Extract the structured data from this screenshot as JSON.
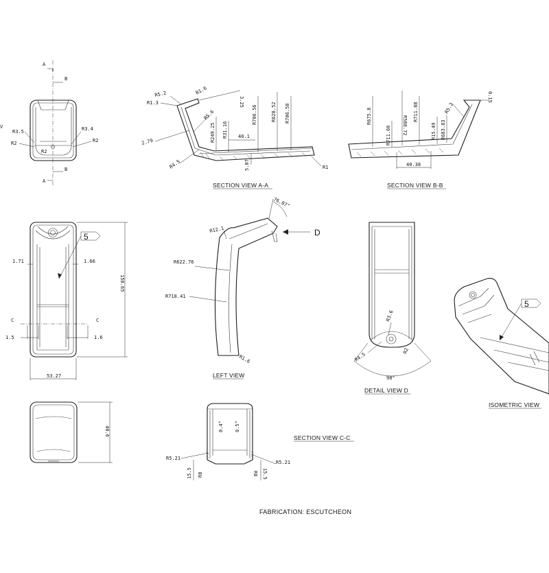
{
  "footer": {
    "text": "FABRICATION: ESCUTCHEON"
  },
  "views": {
    "front_small": {
      "edge_char": "V",
      "section_a": "A",
      "section_b": "B",
      "dims": {
        "r35": "R3.5",
        "r34": "R3.4",
        "r2_left": "R2",
        "r2_right": "R2",
        "r2_center": "R2"
      }
    },
    "section_aa": {
      "caption": "SECTION VIEW A-A",
      "dims": {
        "r52": "R5.2",
        "r13": "R1.3",
        "r16": "R1.6",
        "d325": "3.25",
        "r706_56": "R706.56",
        "r628_52": "R628.52",
        "r706_58": "R706.58",
        "r56": "R5.6",
        "r249_25": "R249.25",
        "r31_16": "R31.16",
        "d40_1": "40.1",
        "d2_79": "2.79",
        "r45": "R4.5",
        "d5_07": "5.07",
        "r1": "R1"
      }
    },
    "section_bb": {
      "caption": "SECTION VIEW B-B",
      "dims": {
        "r675_8": "R675.8",
        "r588_72": "R588.72",
        "r711_88": "R711.88",
        "d015": "0.15",
        "r52": "R5.2",
        "r711_66": "R711.66",
        "r15_49": "R15.49",
        "r683_83": "R683.83",
        "d40_38": "40.38"
      }
    },
    "front": {
      "balloon": "5",
      "section_c": "C",
      "dims": {
        "d1_71": "1.71",
        "d1_66": "1.66",
        "d1_5": "1.5",
        "d1_6": "1.6",
        "d158_65": "158.65",
        "d53_27": "53.27"
      }
    },
    "left": {
      "caption": "LEFT VIEW",
      "arrow_label": "D",
      "dims": {
        "d76_07": "76.07°",
        "r12_1": "R12.1",
        "r622_76": "R622.76",
        "r718_41": "R718.41",
        "r1_6": "R1.6"
      }
    },
    "detail_d": {
      "caption": "DETAIL VIEW D",
      "dims": {
        "r3_6": "R3.6",
        "r4_5": "R4.5",
        "r2": "R2",
        "d98": "98°"
      }
    },
    "isometric": {
      "caption": "ISOMETRIC VIEW",
      "balloon": "5"
    },
    "bottom": {
      "dims": {
        "d40_6": "40.6"
      }
    },
    "section_cc": {
      "caption": "SECTION VIEW C-C",
      "dims": {
        "d0_4": "0.4°",
        "d0_5": "0.5°",
        "r5_21_left": "R5.21",
        "r5_21_right": "R5.21",
        "d15_5_left": "15.5",
        "d15_5_right": "15.5",
        "r8_left": "R8",
        "r8_right": "R8"
      }
    }
  }
}
